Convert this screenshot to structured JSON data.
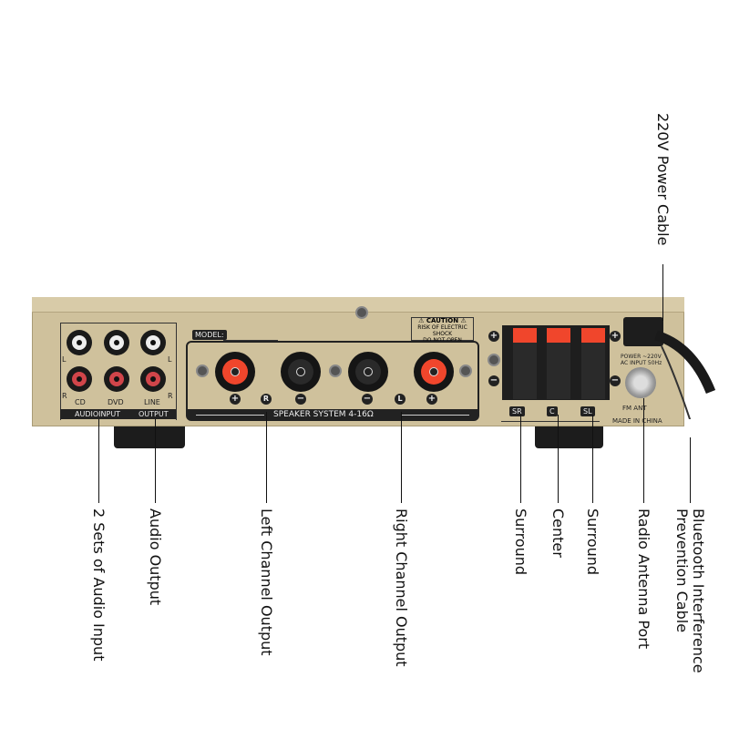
{
  "callouts": {
    "power_cable": "220V Power Cable",
    "audio_input": "2 Sets of Audio Input",
    "audio_output": "Audio Output",
    "left_channel": "Left Channel Output",
    "right_channel": "Right Channel Output",
    "surround_right": "Surround",
    "center": "Center",
    "surround_left": "Surround",
    "radio_antenna": "Radio Antenna Port",
    "bluetooth_line1": "Bluetooth Interference",
    "bluetooth_line2": "Prevention Cable"
  },
  "panel": {
    "model": "MODEL:",
    "caution": "⚠ CAUTION ⚠",
    "caution_sub1": "RISK OF ELECTRIC SHOCK",
    "caution_sub2": "DO NOT OPEN",
    "cd": "CD",
    "dvd": "DVD",
    "line": "LINE",
    "audio_input": "AUDIOINPUT",
    "output": "OUTPUT",
    "l": "L",
    "r": "R",
    "speaker_system": "SPEAKER SYSTEM 4-16Ω",
    "plus": "+",
    "minus": "−",
    "r_badge": "R",
    "l_badge": "L",
    "sr": "SR",
    "c": "C",
    "sl": "SL",
    "power": "POWER ~220V",
    "ac_input": "AC INPUT 50Hz",
    "fm_ant": "FM ANT",
    "made_in": "MADE IN CHINA"
  }
}
